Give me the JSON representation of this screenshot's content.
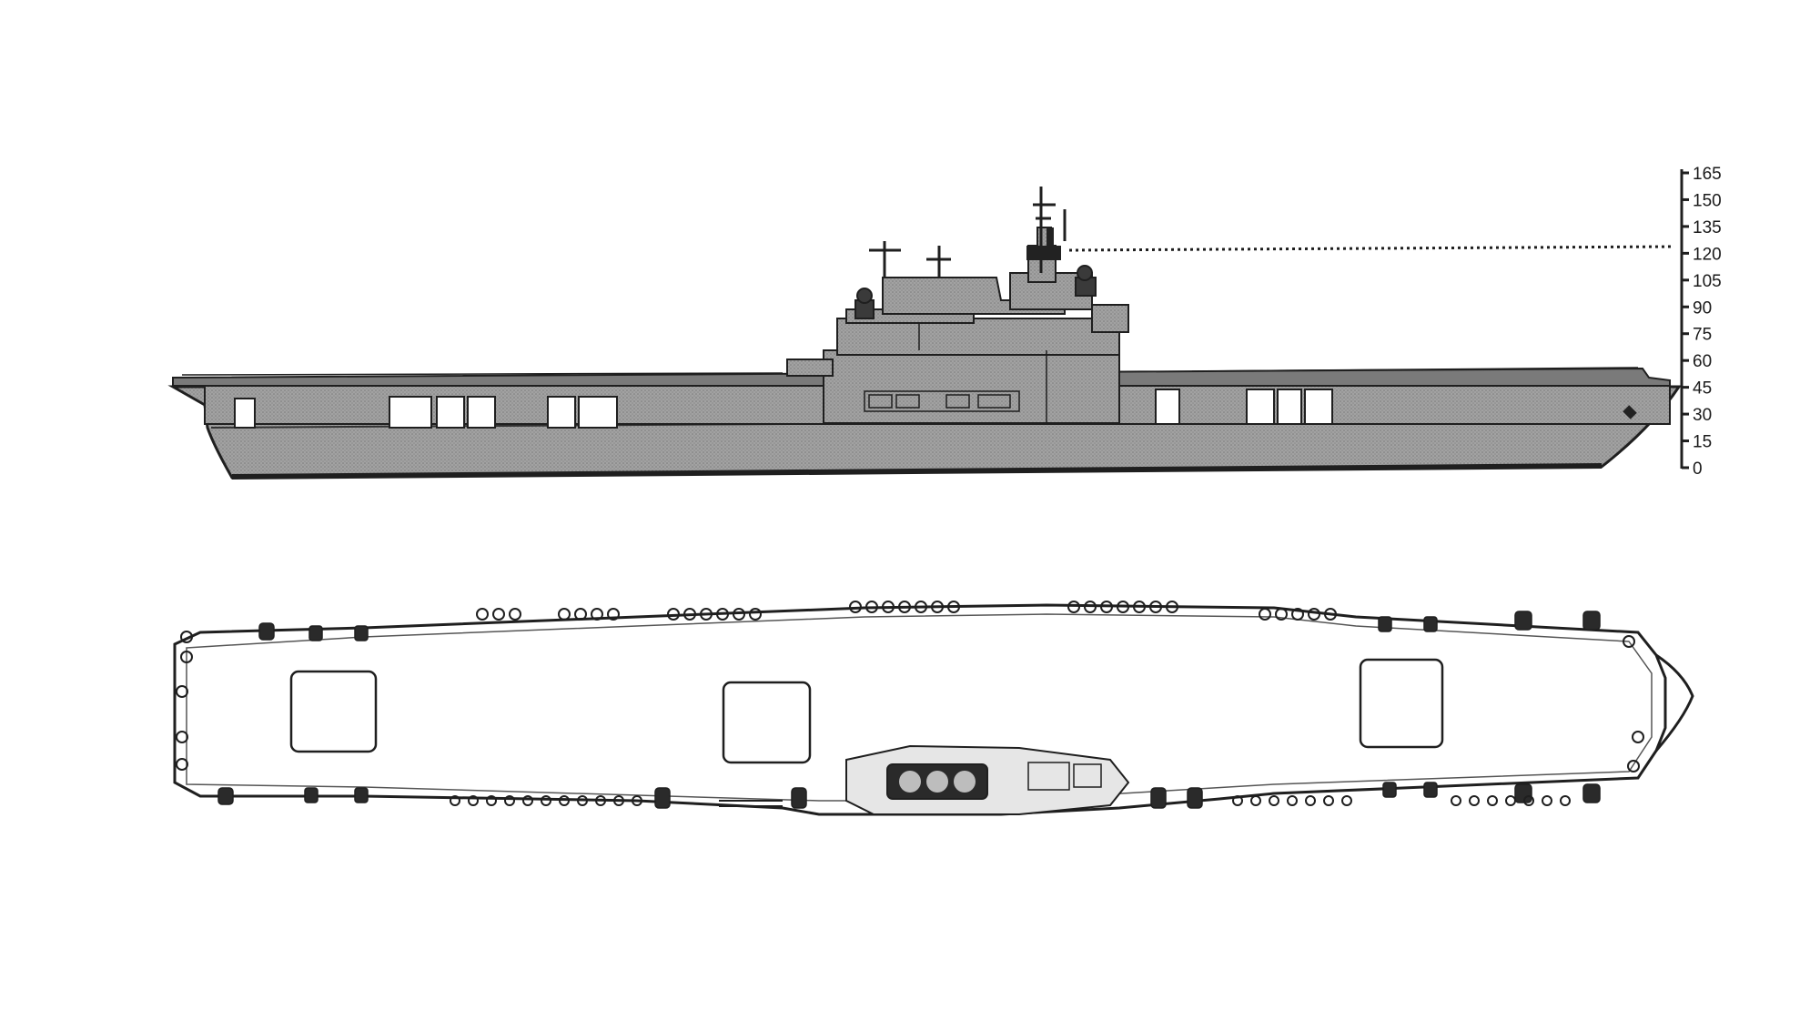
{
  "height_scale": {
    "ticks": [
      "165",
      "150",
      "135",
      "120",
      "105",
      "90",
      "75",
      "60",
      "45",
      "30",
      "15",
      "0"
    ],
    "marked_value": 120
  },
  "colors": {
    "ink": "#1f1f1f",
    "hull_fill": "#9c9c9c",
    "hull_shade": "#858585",
    "island_fill": "#a4a4a4",
    "window_fill": "#ffffff",
    "deck_fill": "#ffffff",
    "sponson_fill": "#2a2a2a"
  }
}
